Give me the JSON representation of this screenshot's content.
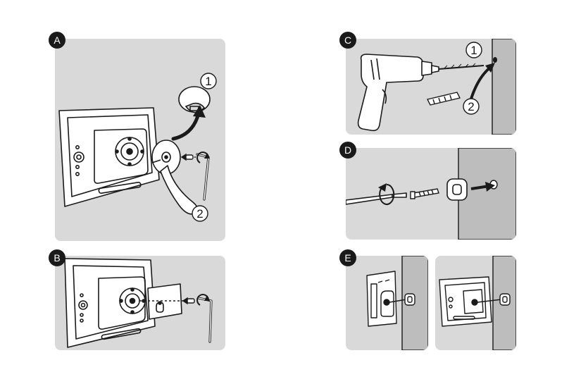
{
  "steps": {
    "a": {
      "badge": "A",
      "callout_1": "1",
      "callout_2": "2"
    },
    "b": {
      "badge": "B"
    },
    "c": {
      "badge": "C",
      "callout_1": "1",
      "callout_2": "2"
    },
    "d": {
      "badge": "D"
    },
    "e": {
      "badge": "E"
    }
  },
  "colors": {
    "panel": "#d9d9d9",
    "wall": "#bdbdbd",
    "ink": "#1a1a1a",
    "device": "#ffffff"
  }
}
